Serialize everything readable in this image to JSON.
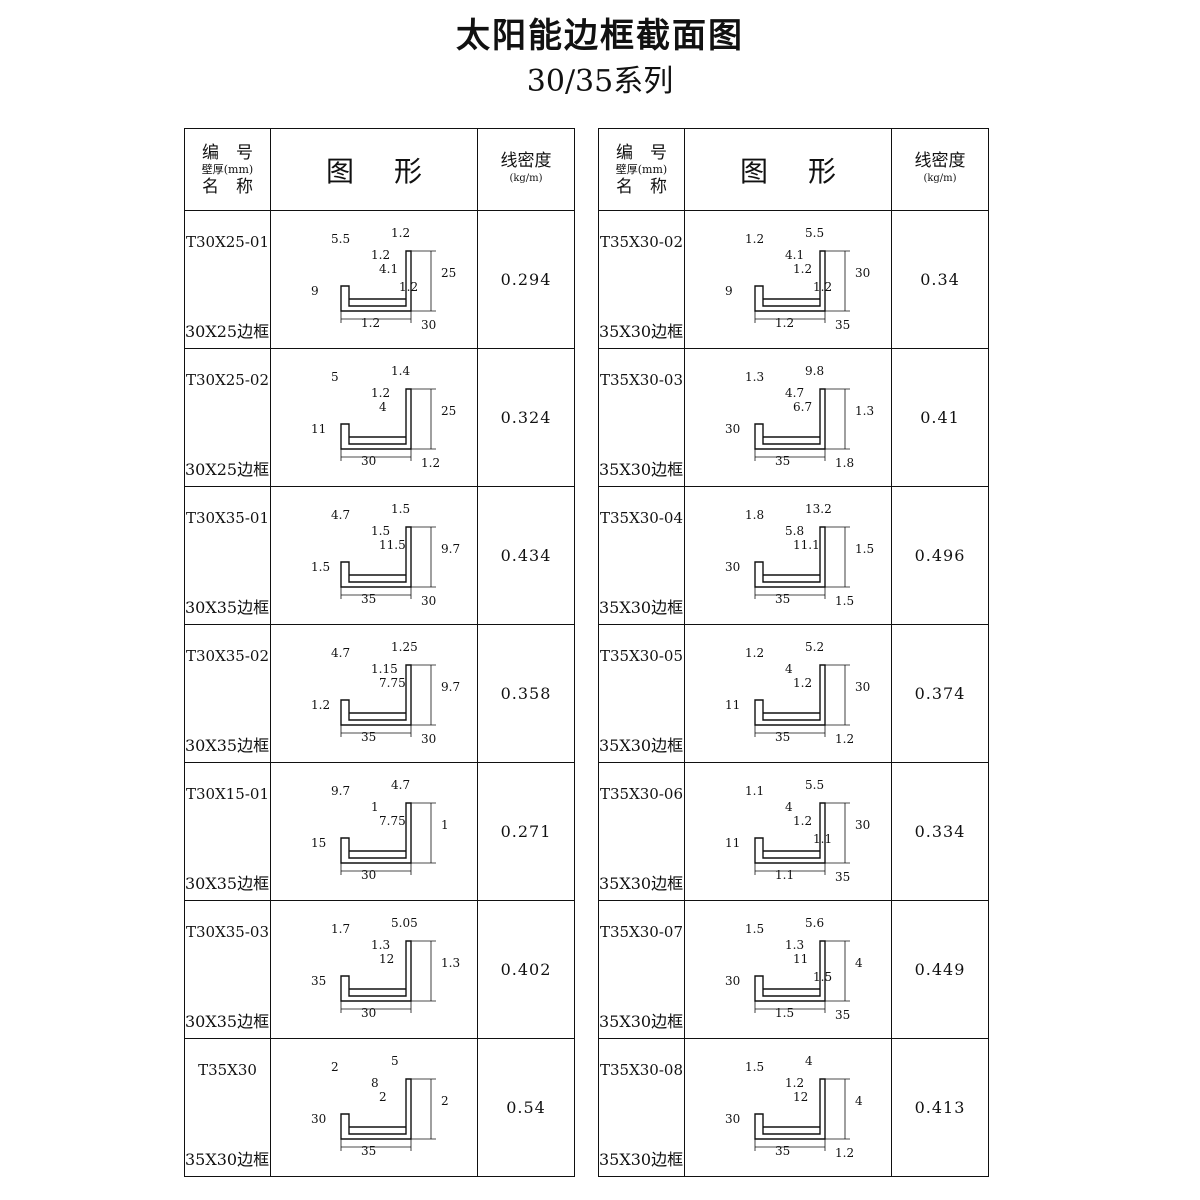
{
  "title": "太阳能边框截面图",
  "subtitle": "30/35系列",
  "header": {
    "code_line1": "编　号",
    "code_line2": "壁厚(mm)",
    "code_line3": "名　称",
    "figure": "图形",
    "density_line1": "线密度",
    "density_line2": "(kg/m)"
  },
  "left_table": [
    {
      "code": "T30X25-01",
      "name": "30X25边框",
      "density": "0.294",
      "dims": [
        "5.5",
        "1.2",
        "1.2",
        "4.1",
        "25",
        "9",
        "1.2",
        "30",
        "1.2"
      ]
    },
    {
      "code": "T30X25-02",
      "name": "30X25边框",
      "density": "0.324",
      "dims": [
        "5",
        "1.4",
        "1.2",
        "4",
        "25",
        "11",
        "30",
        "1.2"
      ]
    },
    {
      "code": "T30X35-01",
      "name": "30X35边框",
      "density": "0.434",
      "dims": [
        "4.7",
        "1.5",
        "1.5",
        "11.5",
        "9.7",
        "1.5",
        "35",
        "30"
      ]
    },
    {
      "code": "T30X35-02",
      "name": "30X35边框",
      "density": "0.358",
      "dims": [
        "4.7",
        "1.25",
        "1.15",
        "7.75",
        "9.7",
        "1.2",
        "35",
        "30"
      ]
    },
    {
      "code": "T30X15-01",
      "name": "30X35边框",
      "density": "0.271",
      "dims": [
        "9.7",
        "4.7",
        "1",
        "7.75",
        "1",
        "15",
        "30"
      ]
    },
    {
      "code": "T30X35-03",
      "name": "30X35边框",
      "density": "0.402",
      "dims": [
        "1.7",
        "5.05",
        "1.3",
        "12",
        "1.3",
        "35",
        "30"
      ]
    },
    {
      "code": "T35X30",
      "name": "35X30边框",
      "density": "0.54",
      "dims": [
        "2",
        "5",
        "8",
        "2",
        "2",
        "30",
        "35"
      ]
    }
  ],
  "right_table": [
    {
      "code": "T35X30-02",
      "name": "35X30边框",
      "density": "0.34",
      "dims": [
        "1.2",
        "5.5",
        "4.1",
        "1.2",
        "30",
        "9",
        "1.2",
        "35",
        "1.2"
      ]
    },
    {
      "code": "T35X30-03",
      "name": "35X30边框",
      "density": "0.41",
      "dims": [
        "1.3",
        "9.8",
        "4.7",
        "6.7",
        "1.3",
        "30",
        "35",
        "1.8"
      ]
    },
    {
      "code": "T35X30-04",
      "name": "35X30边框",
      "density": "0.496",
      "dims": [
        "1.8",
        "13.2",
        "5.8",
        "11.1",
        "1.5",
        "30",
        "35",
        "1.5"
      ]
    },
    {
      "code": "T35X30-05",
      "name": "35X30边框",
      "density": "0.374",
      "dims": [
        "1.2",
        "5.2",
        "4",
        "1.2",
        "30",
        "11",
        "35",
        "1.2"
      ]
    },
    {
      "code": "T35X30-06",
      "name": "35X30边框",
      "density": "0.334",
      "dims": [
        "1.1",
        "5.5",
        "4",
        "1.2",
        "30",
        "11",
        "1.1",
        "35",
        "1.1"
      ]
    },
    {
      "code": "T35X30-07",
      "name": "35X30边框",
      "density": "0.449",
      "dims": [
        "1.5",
        "5.6",
        "1.3",
        "11",
        "4",
        "30",
        "1.5",
        "35",
        "1.5"
      ]
    },
    {
      "code": "T35X30-08",
      "name": "35X30边框",
      "density": "0.413",
      "dims": [
        "1.5",
        "4",
        "1.2",
        "12",
        "4",
        "30",
        "35",
        "1.2"
      ]
    }
  ]
}
